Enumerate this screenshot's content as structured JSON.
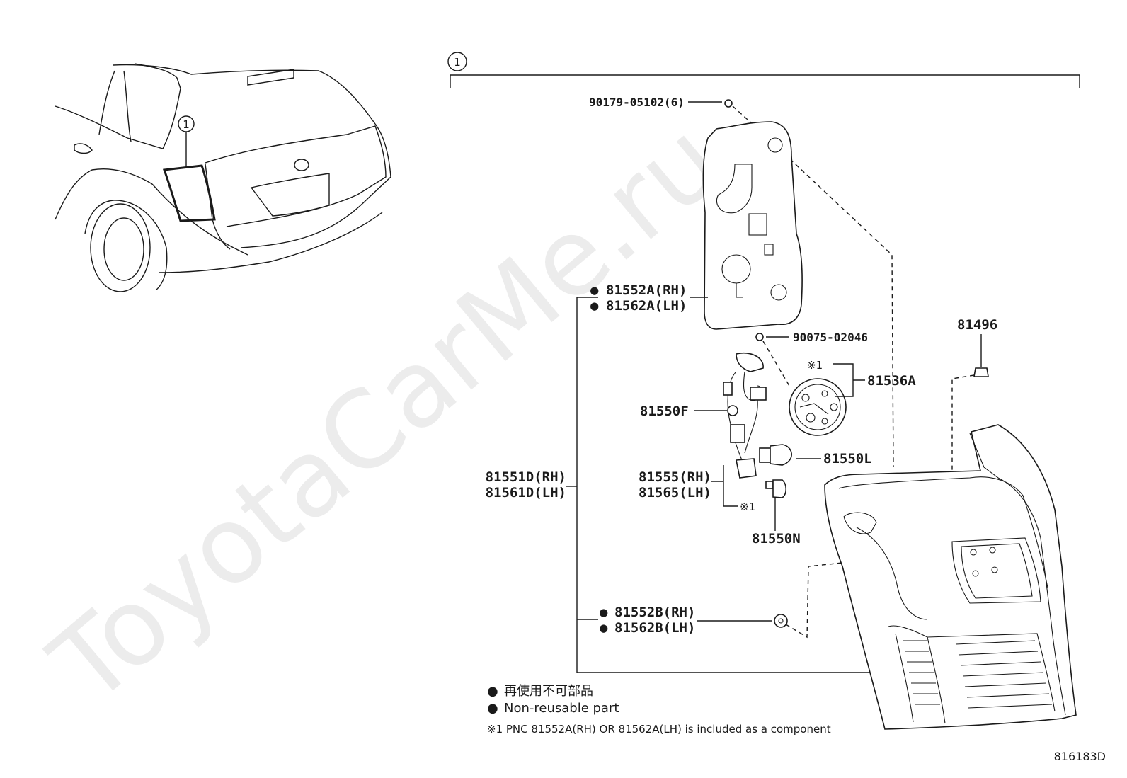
{
  "callout_number": "1",
  "watermark": "ToyotaCarMe.ru",
  "diagram_code": "816183D",
  "parts": {
    "p90179": "90179-05102(6)",
    "p81552a_rh": "81552A(RH)",
    "p81562a_lh": "81562A(LH)",
    "p90075": "90075-02046",
    "p81496": "81496",
    "p81536a": "81536A",
    "p81550f": "81550F",
    "p81550l": "81550L",
    "p81551d_rh": "81551D(RH)",
    "p81561d_lh": "81561D(LH)",
    "p81555_rh": "81555(RH)",
    "p81565_lh": "81565(LH)",
    "p81550n": "81550N",
    "p81552b_rh": "81552B(RH)",
    "p81562b_lh": "81562B(LH)"
  },
  "markers": {
    "note_ref_1": "※1",
    "bullet": "●"
  },
  "legend": {
    "jp": "再使用不可部品",
    "en": "Non-reusable part",
    "footnote": "※1 PNC 81552A(RH) OR 81562A(LH) is included as a component"
  }
}
